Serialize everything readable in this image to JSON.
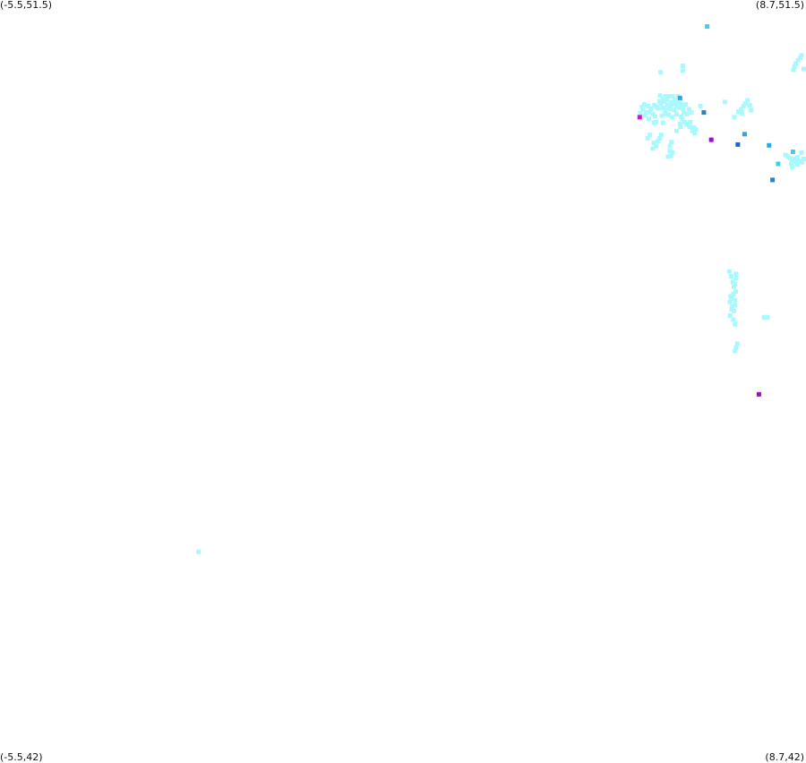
{
  "bounds": {
    "lon_min": -5.5,
    "lon_max": 8.7,
    "lat_min": 42,
    "lat_max": 51.5
  },
  "corner_labels": {
    "top_left": "(-5.5,51.5)",
    "top_right": "(8.7,51.5)",
    "bottom_left": "(-5.5,42)",
    "bottom_right": "(8.7,42)"
  },
  "colors": {
    "background": "#ffffff",
    "pale_cyan": "#a8f8fc",
    "cyan": "#39d0ec",
    "sky": "#2ea8ea",
    "blue": "#1862dd",
    "steel": "#2a84b8",
    "purple": "#9a10c4",
    "magenta": "#cc18c8"
  },
  "chart_data": {
    "type": "scatter",
    "xlabel": "",
    "ylabel": "",
    "xlim": [
      -5.5,
      8.7
    ],
    "ylim": [
      42,
      51.5
    ],
    "grid": false,
    "series": [
      {
        "color": "#a8f8fc",
        "points": [
          [
            6.14,
            50.6
          ],
          [
            6.53,
            50.68
          ],
          [
            6.53,
            50.62
          ],
          [
            8.5,
            50.67
          ],
          [
            8.52,
            50.71
          ],
          [
            8.56,
            50.75
          ],
          [
            8.6,
            50.78
          ],
          [
            8.62,
            50.81
          ],
          [
            8.67,
            50.64
          ],
          [
            8.48,
            50.63
          ],
          [
            6.13,
            50.31
          ],
          [
            6.18,
            50.27
          ],
          [
            6.25,
            50.25
          ],
          [
            6.33,
            50.23
          ],
          [
            6.41,
            50.23
          ],
          [
            6.49,
            50.26
          ],
          [
            6.22,
            50.3
          ],
          [
            6.28,
            50.3
          ],
          [
            6.35,
            50.3
          ],
          [
            6.44,
            50.3
          ],
          [
            6.03,
            50.19
          ],
          [
            6.06,
            50.17
          ],
          [
            6.1,
            50.15
          ],
          [
            6.14,
            50.21
          ],
          [
            6.18,
            50.16
          ],
          [
            6.22,
            50.13
          ],
          [
            6.26,
            50.19
          ],
          [
            6.3,
            50.15
          ],
          [
            6.34,
            50.2
          ],
          [
            6.38,
            50.13
          ],
          [
            6.42,
            50.18
          ],
          [
            6.47,
            50.16
          ],
          [
            6.5,
            50.2
          ],
          [
            6.54,
            50.14
          ],
          [
            6.58,
            50.2
          ],
          [
            6.12,
            50.24
          ],
          [
            6.2,
            50.23
          ],
          [
            6.39,
            50.26
          ],
          [
            6.46,
            50.23
          ],
          [
            5.97,
            50.15
          ],
          [
            5.81,
            50.17
          ],
          [
            5.85,
            50.2
          ],
          [
            5.83,
            50.14
          ],
          [
            5.88,
            50.1
          ],
          [
            5.92,
            50.18
          ],
          [
            5.96,
            50.11
          ],
          [
            6.0,
            50.08
          ],
          [
            5.78,
            50.09
          ],
          [
            5.86,
            50.06
          ],
          [
            5.93,
            50.02
          ],
          [
            6.16,
            50.06
          ],
          [
            6.22,
            50.08
          ],
          [
            6.28,
            50.07
          ],
          [
            6.34,
            50.04
          ],
          [
            6.42,
            50.08
          ],
          [
            6.5,
            50.05
          ],
          [
            6.04,
            50.05
          ],
          [
            6.06,
            49.98
          ],
          [
            6.55,
            50.1
          ],
          [
            6.6,
            50.08
          ],
          [
            6.64,
            50.14
          ],
          [
            6.68,
            50.1
          ],
          [
            6.52,
            50.02
          ],
          [
            6.56,
            49.98
          ],
          [
            6.6,
            49.95
          ],
          [
            6.65,
            49.92
          ],
          [
            6.72,
            49.91
          ],
          [
            6.76,
            49.89
          ],
          [
            6.7,
            49.87
          ],
          [
            6.74,
            49.84
          ],
          [
            6.66,
            49.98
          ],
          [
            6.48,
            49.96
          ],
          [
            6.18,
            49.97
          ],
          [
            6.02,
            49.97
          ],
          [
            5.95,
            49.82
          ],
          [
            5.91,
            49.78
          ],
          [
            6.15,
            49.82
          ],
          [
            6.12,
            49.78
          ],
          [
            6.09,
            49.74
          ],
          [
            6.02,
            49.72
          ],
          [
            6.06,
            49.68
          ],
          [
            6.0,
            49.65
          ],
          [
            6.33,
            49.73
          ],
          [
            6.3,
            49.68
          ],
          [
            6.3,
            49.62
          ],
          [
            6.34,
            49.6
          ],
          [
            6.32,
            49.56
          ],
          [
            6.27,
            49.55
          ],
          [
            6.42,
            49.87
          ],
          [
            6.49,
            49.92
          ],
          [
            6.84,
            50.18
          ],
          [
            7.27,
            50.23
          ],
          [
            7.44,
            50.04
          ],
          [
            7.51,
            50.11
          ],
          [
            7.56,
            50.14
          ],
          [
            7.6,
            50.18
          ],
          [
            7.63,
            50.21
          ],
          [
            7.67,
            50.25
          ],
          [
            7.71,
            50.19
          ],
          [
            7.73,
            50.13
          ],
          [
            7.57,
            50.09
          ],
          [
            8.34,
            49.57
          ],
          [
            8.38,
            49.55
          ],
          [
            8.42,
            49.53
          ],
          [
            8.46,
            49.49
          ],
          [
            8.5,
            49.52
          ],
          [
            8.55,
            49.54
          ],
          [
            8.59,
            49.5
          ],
          [
            8.63,
            49.48
          ],
          [
            8.67,
            49.52
          ],
          [
            8.44,
            49.46
          ],
          [
            8.55,
            49.45
          ],
          [
            8.62,
            49.6
          ],
          [
            8.46,
            49.42
          ],
          [
            8.52,
            49.49
          ],
          [
            7.35,
            48.12
          ],
          [
            7.38,
            48.06
          ],
          [
            7.41,
            47.99
          ],
          [
            7.43,
            47.93
          ],
          [
            7.45,
            47.96
          ],
          [
            7.47,
            48.04
          ],
          [
            7.47,
            48.09
          ],
          [
            7.46,
            47.87
          ],
          [
            7.42,
            47.84
          ],
          [
            7.39,
            47.78
          ],
          [
            7.36,
            47.74
          ],
          [
            7.4,
            47.68
          ],
          [
            7.43,
            47.63
          ],
          [
            7.45,
            47.7
          ],
          [
            7.45,
            47.76
          ],
          [
            7.39,
            47.65
          ],
          [
            7.36,
            47.57
          ],
          [
            7.42,
            47.52
          ],
          [
            7.45,
            47.46
          ],
          [
            7.49,
            47.22
          ],
          [
            7.47,
            47.17
          ],
          [
            7.45,
            47.13
          ],
          [
            7.37,
            47.81
          ],
          [
            7.96,
            47.55
          ],
          [
            8.02,
            47.55
          ],
          [
            -2.0,
            44.63
          ]
        ]
      },
      {
        "color": "#39d0ec",
        "points": [
          [
            6.96,
            51.17
          ],
          [
            8.47,
            49.61
          ],
          [
            8.21,
            49.46
          ]
        ]
      },
      {
        "color": "#2ea8ea",
        "points": [
          [
            6.48,
            50.28
          ],
          [
            7.62,
            49.83
          ],
          [
            8.05,
            49.69
          ]
        ]
      },
      {
        "color": "#1862dd",
        "points": [
          [
            7.5,
            49.7
          ]
        ]
      },
      {
        "color": "#2a84b8",
        "points": [
          [
            6.9,
            50.1
          ],
          [
            8.11,
            49.26
          ]
        ]
      },
      {
        "color": "#9a10c4",
        "points": [
          [
            7.03,
            49.76
          ],
          [
            7.87,
            46.59
          ]
        ]
      },
      {
        "color": "#cc18c8",
        "points": [
          [
            5.77,
            50.04
          ]
        ]
      }
    ]
  }
}
